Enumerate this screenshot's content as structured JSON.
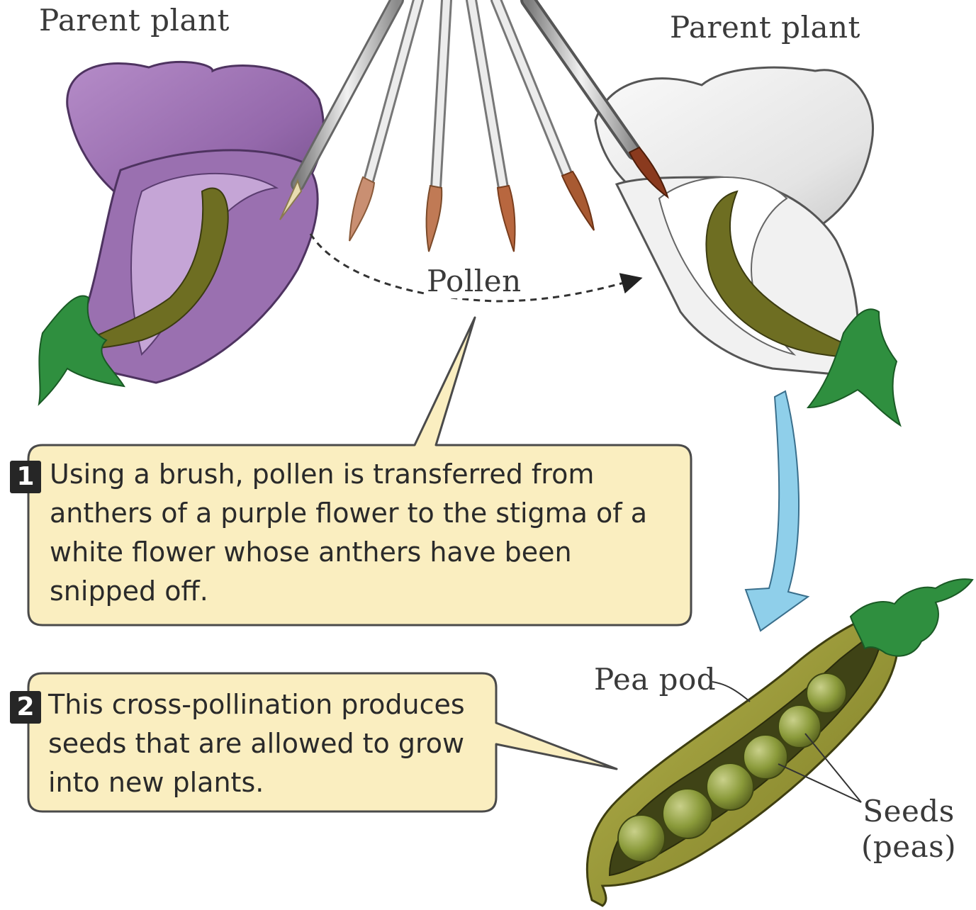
{
  "labels": {
    "parent_left": "Parent plant",
    "parent_right": "Parent plant",
    "pollen": "Pollen",
    "pea_pod": "Pea pod",
    "seeds_line1": "Seeds",
    "seeds_line2": "(peas)"
  },
  "steps": [
    {
      "number": "1",
      "lines": [
        "Using a brush, pollen is transferred from",
        "anthers of a purple flower to the stigma of a",
        "white flower whose anthers have been",
        "snipped off."
      ]
    },
    {
      "number": "2",
      "lines": [
        "This cross-pollination produces",
        "seeds that are allowed to grow",
        "into new plants."
      ]
    }
  ],
  "colors": {
    "purple_flower": "#9c6fb0",
    "white_flower": "#ececec",
    "sepal_green": "#2f8f3f",
    "pod_green": "#8a8a2e",
    "pea_green": "#7d8a33",
    "callout_fill": "#faeec0",
    "arrow_blue": "#8fcfea",
    "brush_tip": "#b05a3a"
  }
}
